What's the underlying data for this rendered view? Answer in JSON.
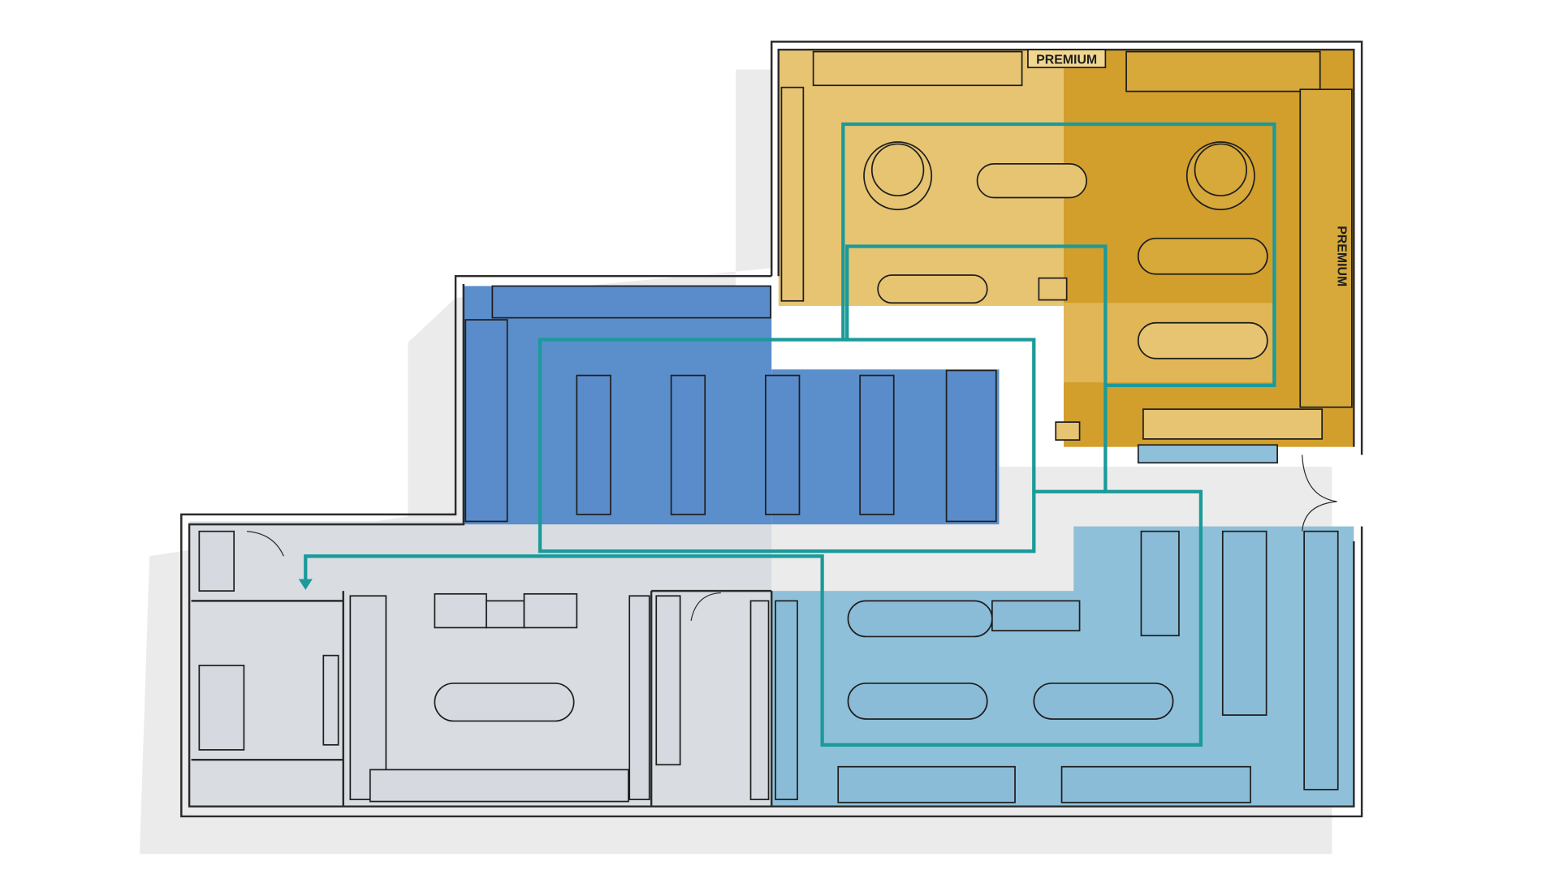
{
  "diagram": {
    "type": "store-floor-plan",
    "zones": [
      {
        "id": "premium",
        "color": "#e3bd62",
        "accent": "#d29f2c"
      },
      {
        "id": "main-blue",
        "color": "#5b8fcc"
      },
      {
        "id": "light-blue",
        "color": "#8fc0da"
      },
      {
        "id": "back-of-house",
        "color": "#d9dde2"
      }
    ],
    "labels": {
      "premium_top": "PREMIUM",
      "premium_side": "PREMIUM"
    },
    "customer_path_color": "#1b9a9a"
  }
}
